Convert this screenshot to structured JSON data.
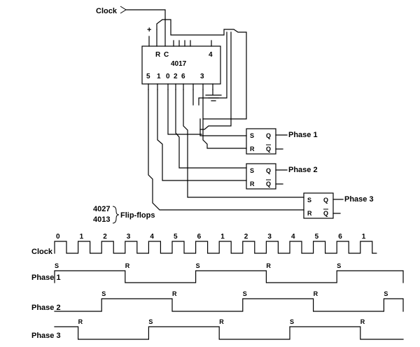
{
  "clock_input_label": "Clock",
  "counter": {
    "part": "4017",
    "supply": "+",
    "top_pins": [
      "R",
      "C",
      "4"
    ],
    "bottom_pins": [
      "5",
      "1",
      "0",
      "2",
      "6",
      "3"
    ]
  },
  "flipflops": [
    {
      "s": "S",
      "r": "R",
      "q": "Q",
      "qbar": "Q",
      "output": "Phase 1"
    },
    {
      "s": "S",
      "r": "R",
      "q": "Q",
      "qbar": "Q",
      "output": "Phase 2"
    },
    {
      "s": "S",
      "r": "R",
      "q": "Q",
      "qbar": "Q",
      "output": "Phase 3"
    }
  ],
  "part_note": {
    "lines": [
      "4027",
      "4013"
    ],
    "caption": "Flip-flops"
  },
  "timing": {
    "clock_label": "Clock",
    "clock_ticks": [
      "0",
      "1",
      "2",
      "3",
      "4",
      "5",
      "6",
      "1",
      "2",
      "3",
      "4",
      "5",
      "6",
      "1"
    ],
    "phases": [
      {
        "label": "Phase 1",
        "marks": [
          "S",
          "R",
          "S",
          "R",
          "S"
        ]
      },
      {
        "label": "Phase 2",
        "marks": [
          "S",
          "R",
          "S",
          "R",
          "S"
        ]
      },
      {
        "label": "Phase 3",
        "marks": [
          "R",
          "S",
          "R",
          "S",
          "R"
        ]
      }
    ]
  }
}
